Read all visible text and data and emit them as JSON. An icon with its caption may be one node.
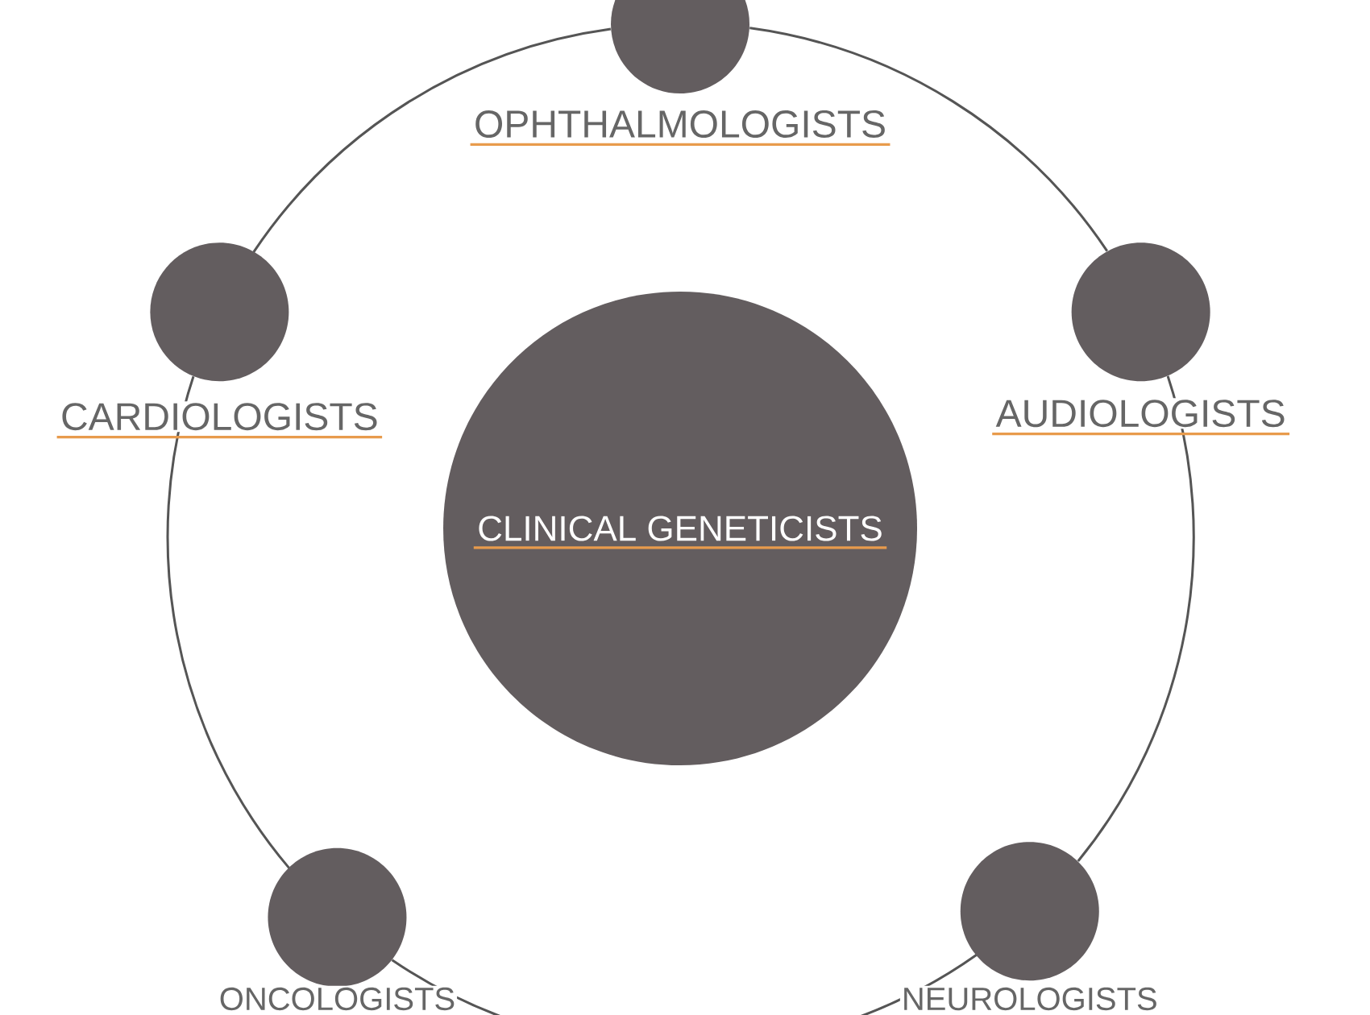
{
  "diagram": {
    "nodes": [
      {
        "text": [
          "CLINICAL GENETICISTS"
        ]
      },
      {
        "text": [],
        "shape": "circle",
        "beside": [
          "OPHTHALMOLOGISTS"
        ]
      },
      {
        "text": [],
        "shape": "circle",
        "beside": [
          "CARDIOLOGISTS"
        ]
      },
      {
        "text": [],
        "shape": "circle",
        "beside": [
          "AUDIOLOGISTS"
        ]
      },
      {
        "text": [],
        "shape": "circle",
        "beside": [
          "ONCOLOGISTS"
        ]
      },
      {
        "text": [],
        "shape": "circle",
        "beside": [
          "NEUROLOGISTS"
        ]
      }
    ],
    "edges": [
      {
        "from": 3,
        "to": 1,
        "arrow": "none"
      },
      {
        "from": 1,
        "to": 2,
        "arrow": "none"
      },
      {
        "from": 2,
        "to": 4,
        "arrow": "none"
      },
      {
        "from": 4,
        "to": 5,
        "arrow": "none"
      },
      {
        "from": 5,
        "to": 3,
        "arrow": "none"
      }
    ]
  }
}
